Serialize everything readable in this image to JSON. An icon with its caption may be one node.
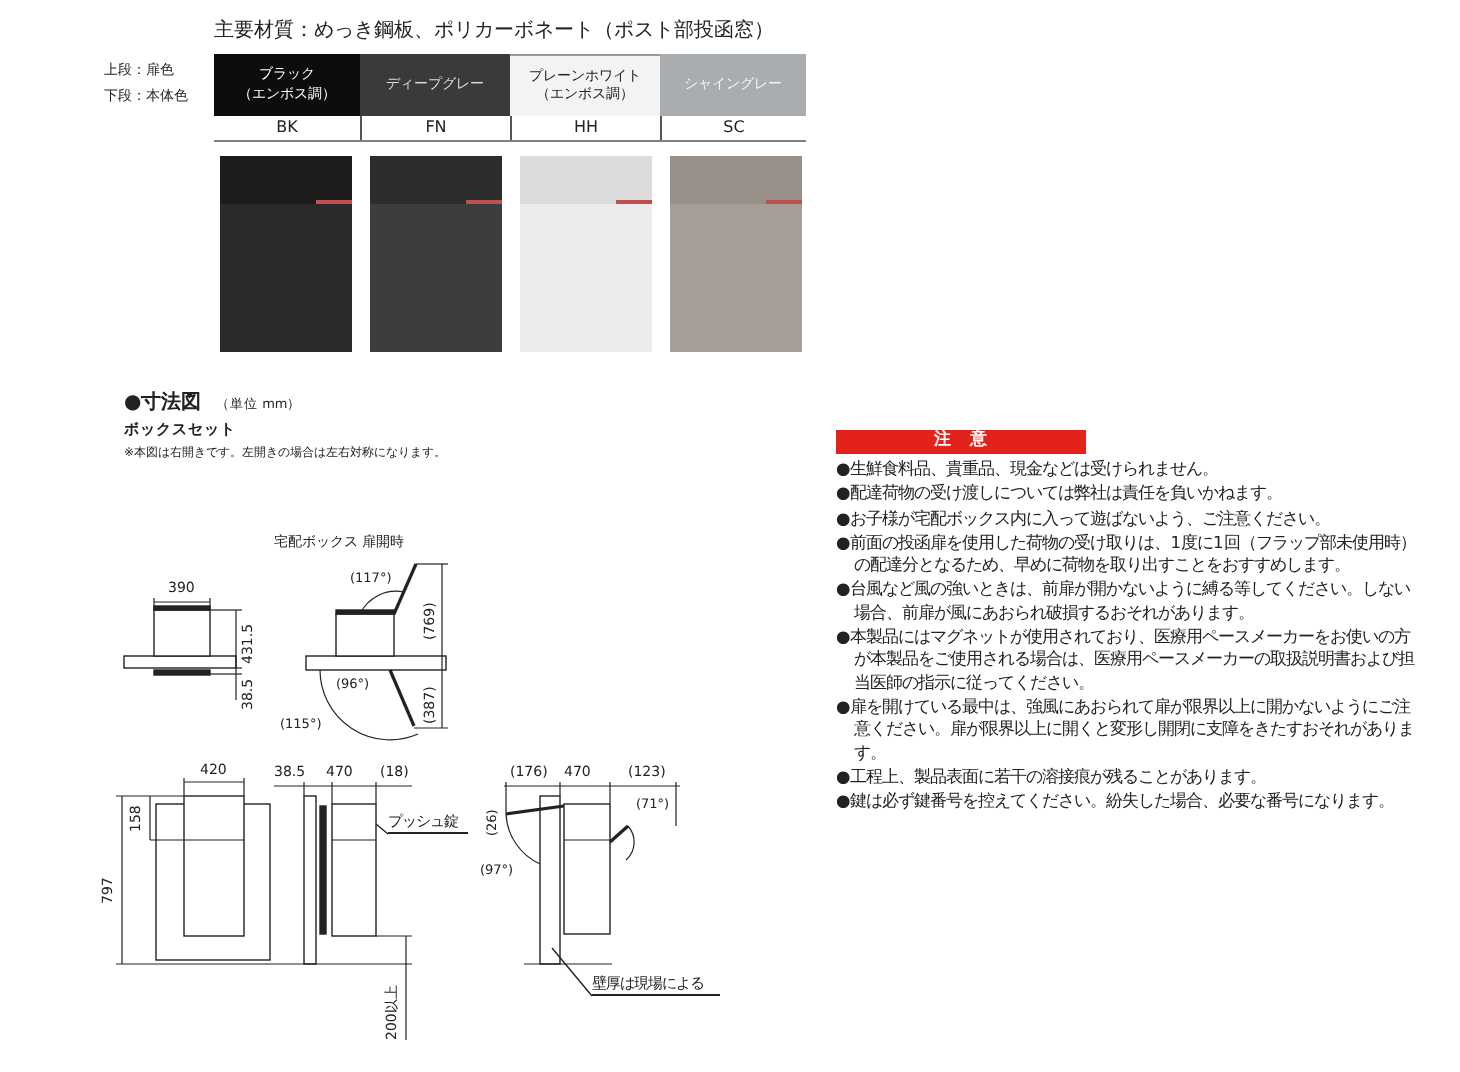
{
  "diagram": {
    "nodes": [
      {
        "text": [
          "ブラック（エンボス調）"
        ]
      },
      {
        "text": [
          "ディープグレー"
        ]
      },
      {
        "text": [
          "プレーンホワイト（エンボス調）"
        ]
      },
      {
        "text": [
          "シャイングレー"
        ]
      },
      {
        "text": [
          "注　意"
        ]
      },
      {
        "text": [
          "プッシュ錠"
        ]
      },
      {
        "text": [
          "壁厚は現場による"
        ]
      }
    ],
    "edges": [
      {
        "from": 5,
        "to": null,
        "arrow": "none"
      },
      {
        "from": 6,
        "to": null,
        "arrow": "none"
      }
    ],
    "labels": [
      "主要材質：めっき鋼板、ポリカーボネート（ポスト部投函窓）",
      "上段：扉色",
      "下段：本体色",
      "BK",
      "FN",
      "HH",
      "SC",
      "●寸法図",
      "（単位 mm）",
      "ボックスセット",
      "※本図は右開きです。左開きの場合は左右対称になります。",
      "宅配ボックス 扉開時",
      "390",
      "431.5",
      "38.5",
      "(117°)",
      "(769)",
      "(96°)",
      "(115°)",
      "(387)",
      "420",
      "158",
      "797",
      "38.5",
      "470",
      "(18)",
      "200以上",
      "(176)",
      "470",
      "(123)",
      "(26)",
      "(97°)",
      "(71°)",
      "●生鮮食料品、貴重品、現金などは受けられません。",
      "●配達荷物の受け渡しについては弊社は責任を負いかねます。",
      "●お子様が宅配ボックス内に入って遊ばないよう、ご注意ください。",
      "●前面の投函扉を使用した荷物の受け取りは、1度に1回（フラップ部未使用時）の配達分となるため、早めに荷物を取り出すことをおすすめします。",
      "●台風など風の強いときは、前扉が開かないように縛る等してください。しない場合、前扉が風にあおられ破損するおそれがあります。",
      "●本製品にはマグネットが使用されており、医療用ペースメーカーをお使いの方が本製品をご使用される場合は、医療用ペースメーカーの取扱説明書および担当医師の指示に従ってください。",
      "●扉を開けている最中は、強風にあおられて扉が限界以上に開かないようにご注意ください。扉が限界以上に開くと変形し開閉に支障をきたすおそれがあります。",
      "●工程上、製品表面に若干の溶接痕が残ることがあります。",
      "●鍵は必ず鍵番号を控えてください。紛失した場合、必要な番号になります。"
    ]
  }
}
